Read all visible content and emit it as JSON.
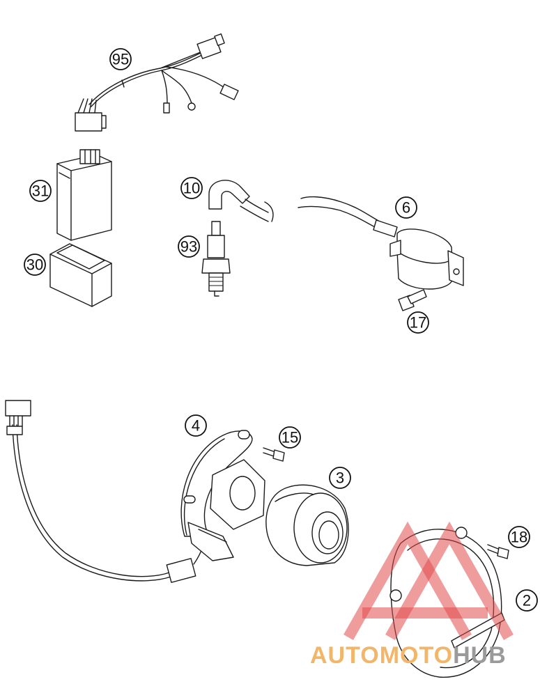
{
  "callouts": {
    "c95": "95",
    "c31": "31",
    "c30": "30",
    "c10": "10",
    "c93": "93",
    "c6": "6",
    "c17": "17",
    "c4": "4",
    "c15": "15",
    "c3": "3",
    "c18": "18",
    "c2": "2"
  },
  "watermark": {
    "part1": "AUTOMOTO",
    "part2": "HUB",
    "colors": {
      "red": "#e24a4a",
      "orange": "#f2b66a",
      "gray": "#9a9a9a"
    }
  }
}
